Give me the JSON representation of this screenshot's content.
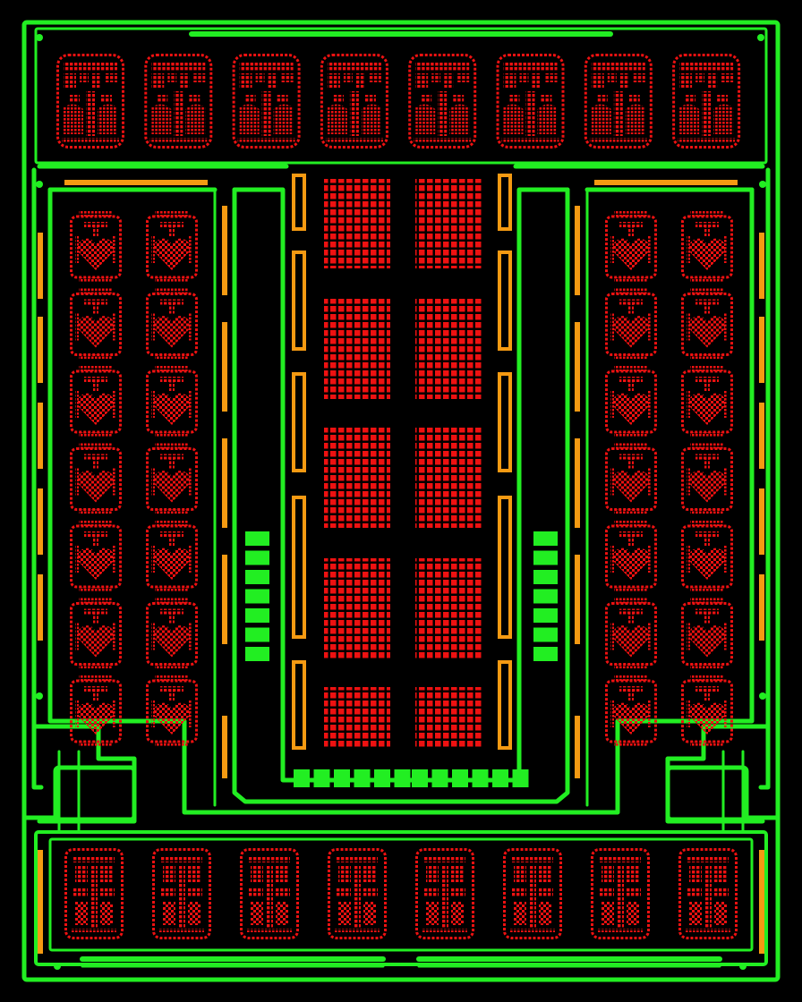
{
  "colors": {
    "background": "#000000",
    "metal_green": "#22ee22",
    "poly_red": "#ee1111",
    "implant_orange": "#f59a12"
  },
  "layout_regions": {
    "top_cell_row": {
      "cell_count": 8,
      "cell_icon": "red-glyph-cell-icon"
    },
    "left_cell_array": {
      "columns": 2,
      "rows": 7,
      "cell_icon": "red-heart-cell-icon"
    },
    "right_cell_array": {
      "columns": 2,
      "rows": 7,
      "cell_icon": "red-heart-cell-icon"
    },
    "center_grid_array": {
      "columns": 2,
      "blocks_per_column": 5,
      "cell_icon": "red-mesh-block-icon"
    },
    "bottom_cell_row": {
      "cell_count": 8,
      "cell_icon": "red-transistor-cell-icon"
    },
    "side_contact_stacks": {
      "stacks": 2,
      "pads_per_stack": 7
    },
    "bottom_contact_rows": {
      "rows": 2,
      "pads_per_row": 6
    }
  }
}
